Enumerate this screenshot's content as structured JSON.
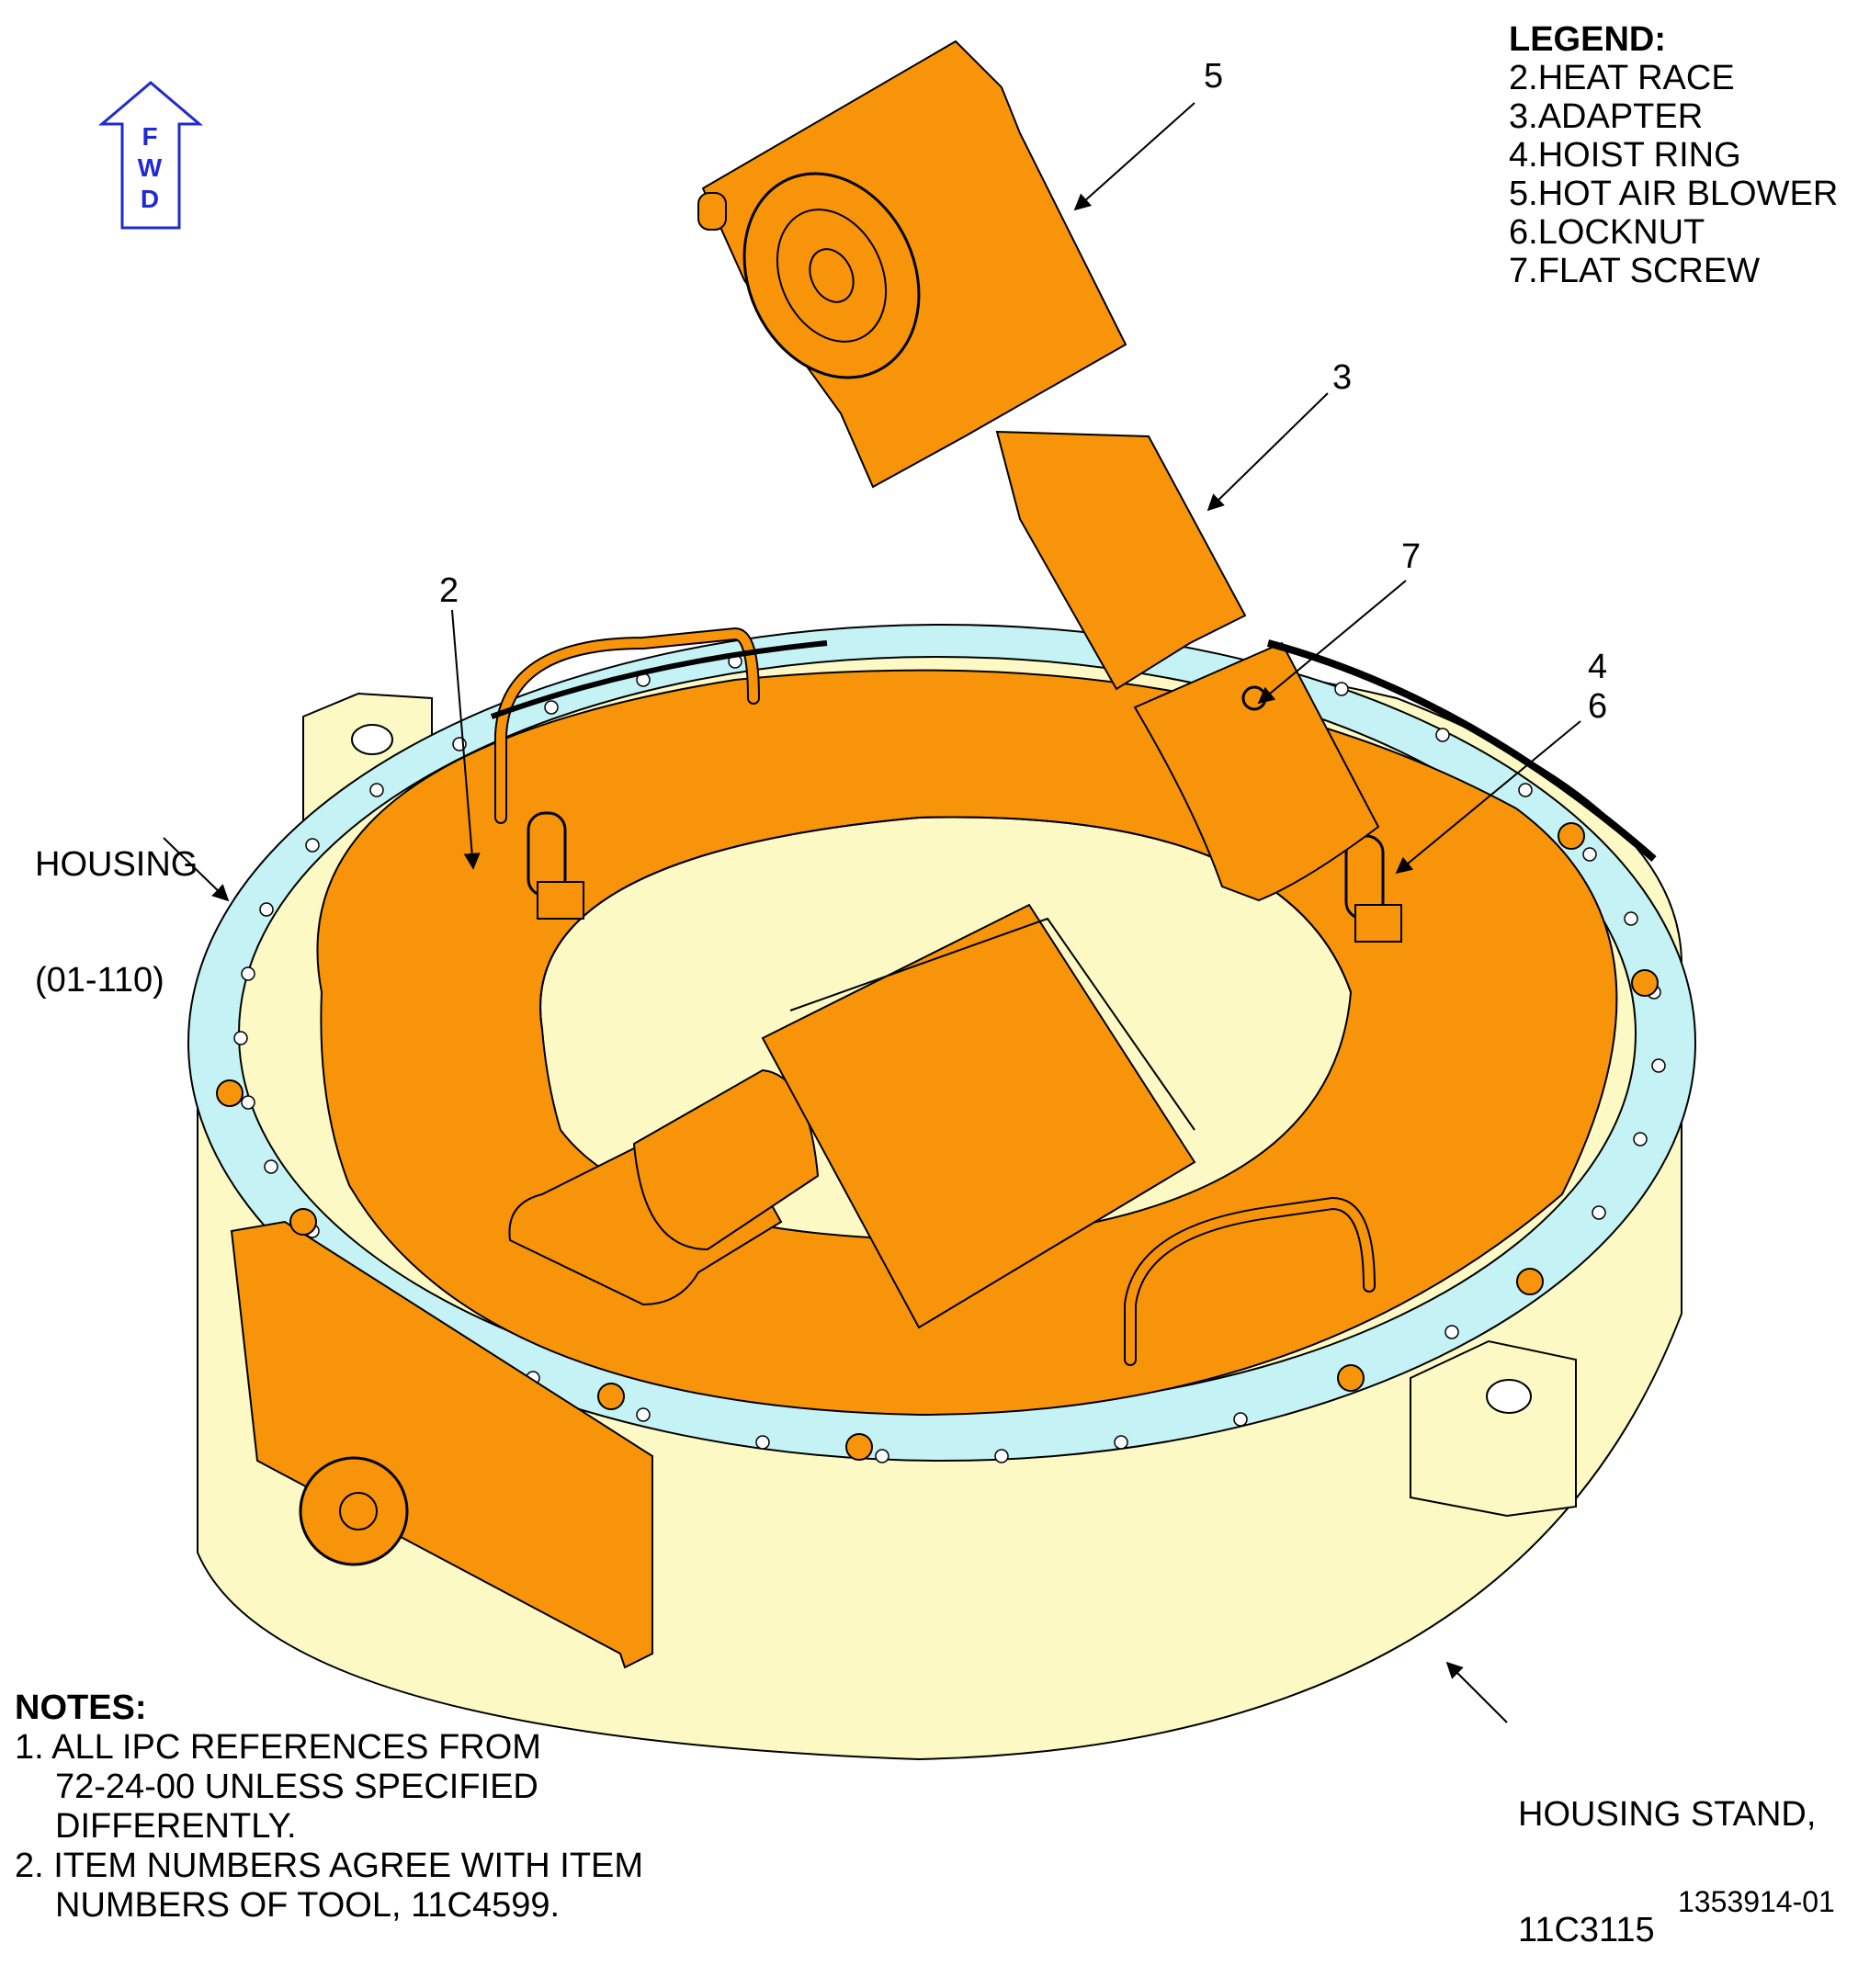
{
  "legend": {
    "title": "LEGEND:",
    "items": [
      "2.HEAT RACE",
      "3.ADAPTER",
      "4.HOIST RING",
      "5.HOT AIR BLOWER",
      "6.LOCKNUT",
      "7.FLAT SCREW"
    ]
  },
  "fwd": {
    "letters": [
      "F",
      "W",
      "D"
    ],
    "color": "#1f2bd1"
  },
  "callouts": {
    "c2": "2",
    "c3": "3",
    "c4": "4",
    "c5": "5",
    "c6": "6",
    "c7": "7",
    "housing_line1": "HOUSING",
    "housing_line2": "(01-110)",
    "stand_line1": "HOUSING STAND,",
    "stand_line2": "11C3115"
  },
  "notes": {
    "title": "NOTES:",
    "n1_a": "1. ALL IPC REFERENCES FROM",
    "n1_b": "72-24-00 UNLESS SPECIFIED",
    "n1_c": "DIFFERENTLY.",
    "n2_a": "2. ITEM NUMBERS AGREE WITH ITEM",
    "n2_b": "NUMBERS OF TOOL, 11C4599."
  },
  "doc_id": "1353914-01",
  "colors": {
    "orange": "#f7940a",
    "cream": "#fdf9c5",
    "light_blue": "#c5f2f4",
    "line": "#000000"
  }
}
